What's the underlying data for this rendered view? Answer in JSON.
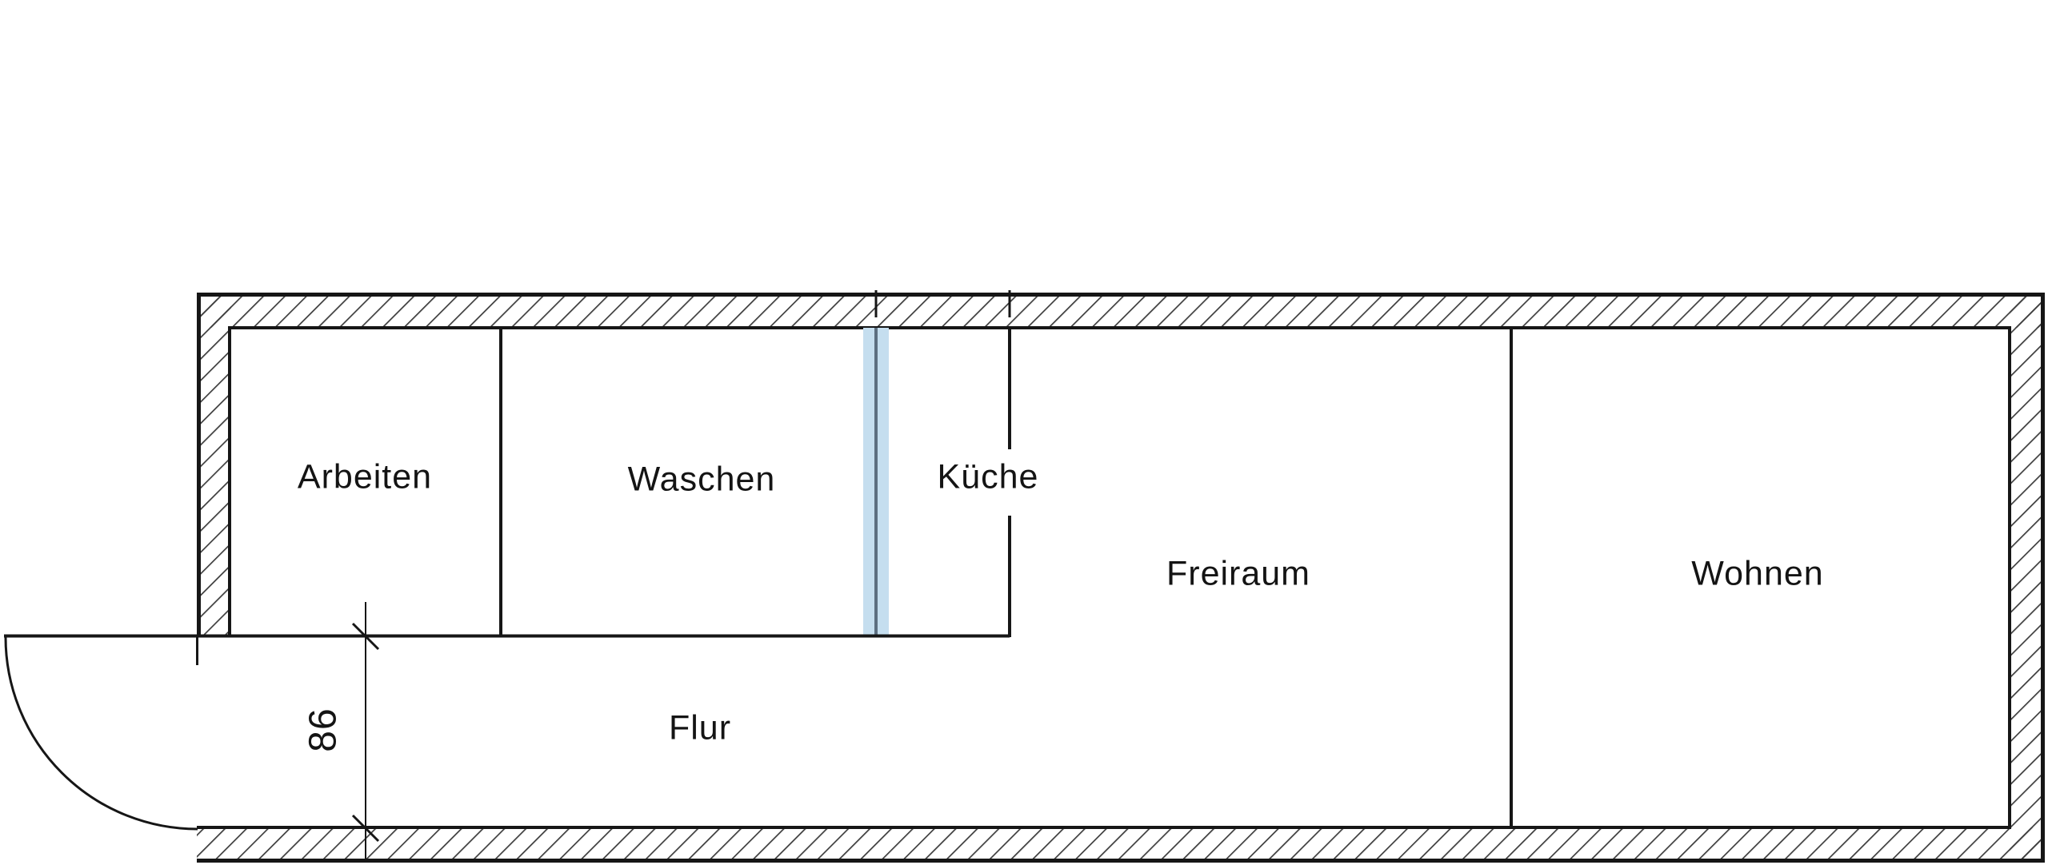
{
  "floorplan": {
    "rooms": [
      {
        "name": "Arbeiten"
      },
      {
        "name": "Waschen"
      },
      {
        "name": "Küche"
      },
      {
        "name": "Freiraum"
      },
      {
        "name": "Wohnen"
      },
      {
        "name": "Flur"
      }
    ],
    "dimension_label": "86",
    "colors": {
      "wall_line": "#161616",
      "hatch_line": "#3c3c3c",
      "glass_fill": "#c5deef",
      "glass_line": "#5c6f80",
      "background": "#ffffff"
    }
  }
}
